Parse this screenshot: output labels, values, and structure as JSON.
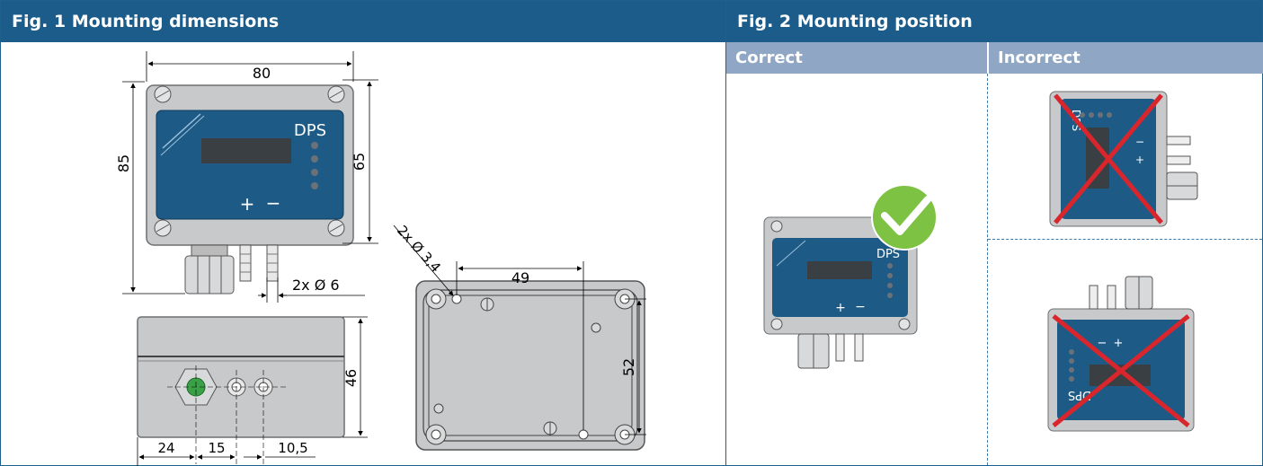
{
  "fig1": {
    "title": "Fig. 1 Mounting dimensions",
    "device_label": "DPS",
    "plus": "+",
    "minus": "−",
    "dims": {
      "width": "80",
      "height": "85",
      "inner_height": "65",
      "nozzle": "2x Ø 6",
      "depth": "46",
      "d24": "24",
      "d15": "15",
      "d105": "10,5",
      "holes": "2x Ø 3,4",
      "d49": "49",
      "d52": "52"
    }
  },
  "fig2": {
    "title": "Fig. 2 Mounting position",
    "correct_label": "Correct",
    "incorrect_label": "Incorrect",
    "device_label": "DPS",
    "plus": "+",
    "minus": "−"
  },
  "colors": {
    "header": "#1c5c8a",
    "subheader": "#8fa6c4",
    "housing": "#c7c9cb",
    "panel": "#1d5a86",
    "check": "#7dc242",
    "cross": "#d9262c"
  }
}
